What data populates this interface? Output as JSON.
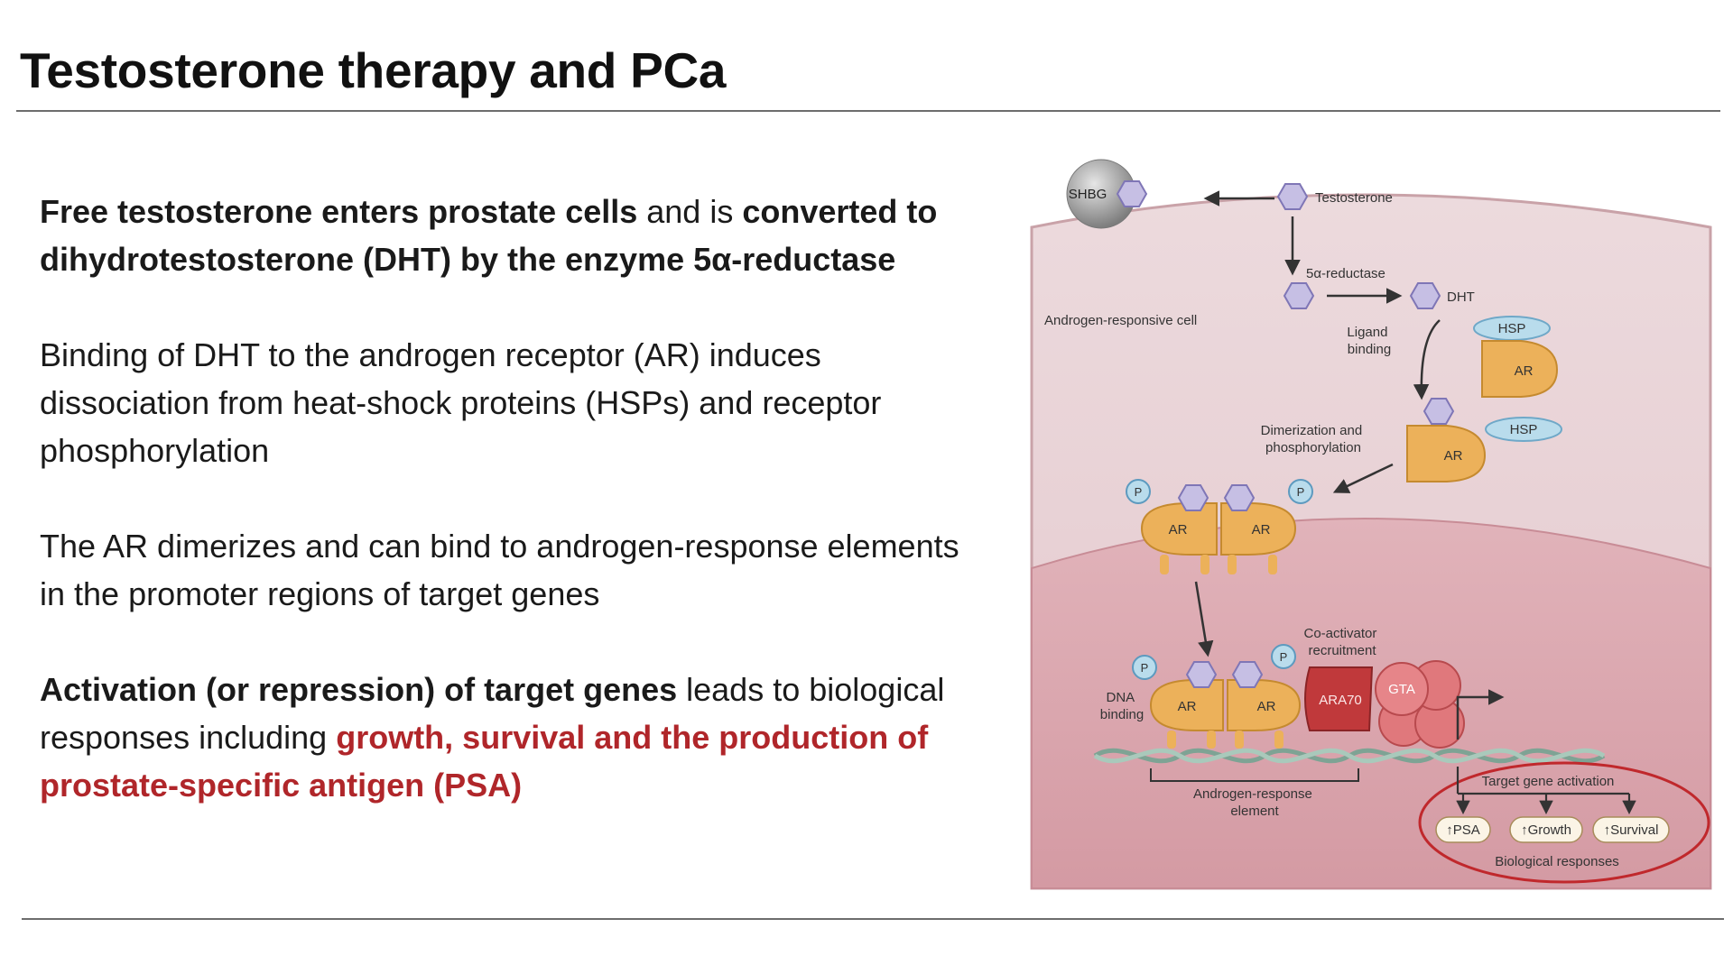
{
  "title": "Testosterone therapy and PCa",
  "bullets": [
    {
      "parts": [
        {
          "text": "Free testosterone enters prostate cells",
          "style": "bold"
        },
        {
          "text": " and is ",
          "style": "normal"
        },
        {
          "text": "converted to dihydrotestosterone (DHT) by the enzyme 5α-reductase",
          "style": "bold"
        }
      ]
    },
    {
      "parts": [
        {
          "text": "Binding of DHT to the androgen receptor (AR) induces dissociation from heat-shock proteins (HSPs) and receptor phosphorylation",
          "style": "normal"
        }
      ]
    },
    {
      "parts": [
        {
          "text": "The AR dimerizes and can bind to androgen-response elements in the promoter regions of target genes",
          "style": "normal"
        }
      ]
    },
    {
      "parts": [
        {
          "text": "Activation (or repression) of target genes",
          "style": "bold"
        },
        {
          "text": " leads to biological responses including ",
          "style": "normal"
        },
        {
          "text": "growth, survival and the production of prostate-specific antigen (PSA)",
          "style": "red"
        }
      ]
    }
  ],
  "diagram": {
    "shbg": "SHBG",
    "testosterone": "Testosterone",
    "reductase": "5α-reductase",
    "dht": "DHT",
    "cell_label": "Androgen-responsive cell",
    "ligand_binding": [
      "Ligand",
      "binding"
    ],
    "hsp": "HSP",
    "ar": "AR",
    "dimerization": [
      "Dimerization and",
      "phosphorylation"
    ],
    "p": "P",
    "coactivator": [
      "Co-activator",
      "recruitment"
    ],
    "dna_binding": [
      "DNA",
      "binding"
    ],
    "ara70": "ARA70",
    "gta": "GTA",
    "are": [
      "Androgen-response",
      "element"
    ],
    "target_gene": "Target gene activation",
    "responses": [
      "↑PSA",
      "↑Growth",
      "↑Survival"
    ],
    "bio_responses": "Biological responses"
  },
  "colors": {
    "red_text": "#b0262a",
    "cell": "#e9d3d6",
    "nucleus": "#d9a2ab",
    "ar_orange": "#ecb15a",
    "dht_purple": "#c6bfe4",
    "hsp_blue": "#b9dcec",
    "ara70_red": "#c0393b",
    "gta_red": "#e0787c"
  }
}
